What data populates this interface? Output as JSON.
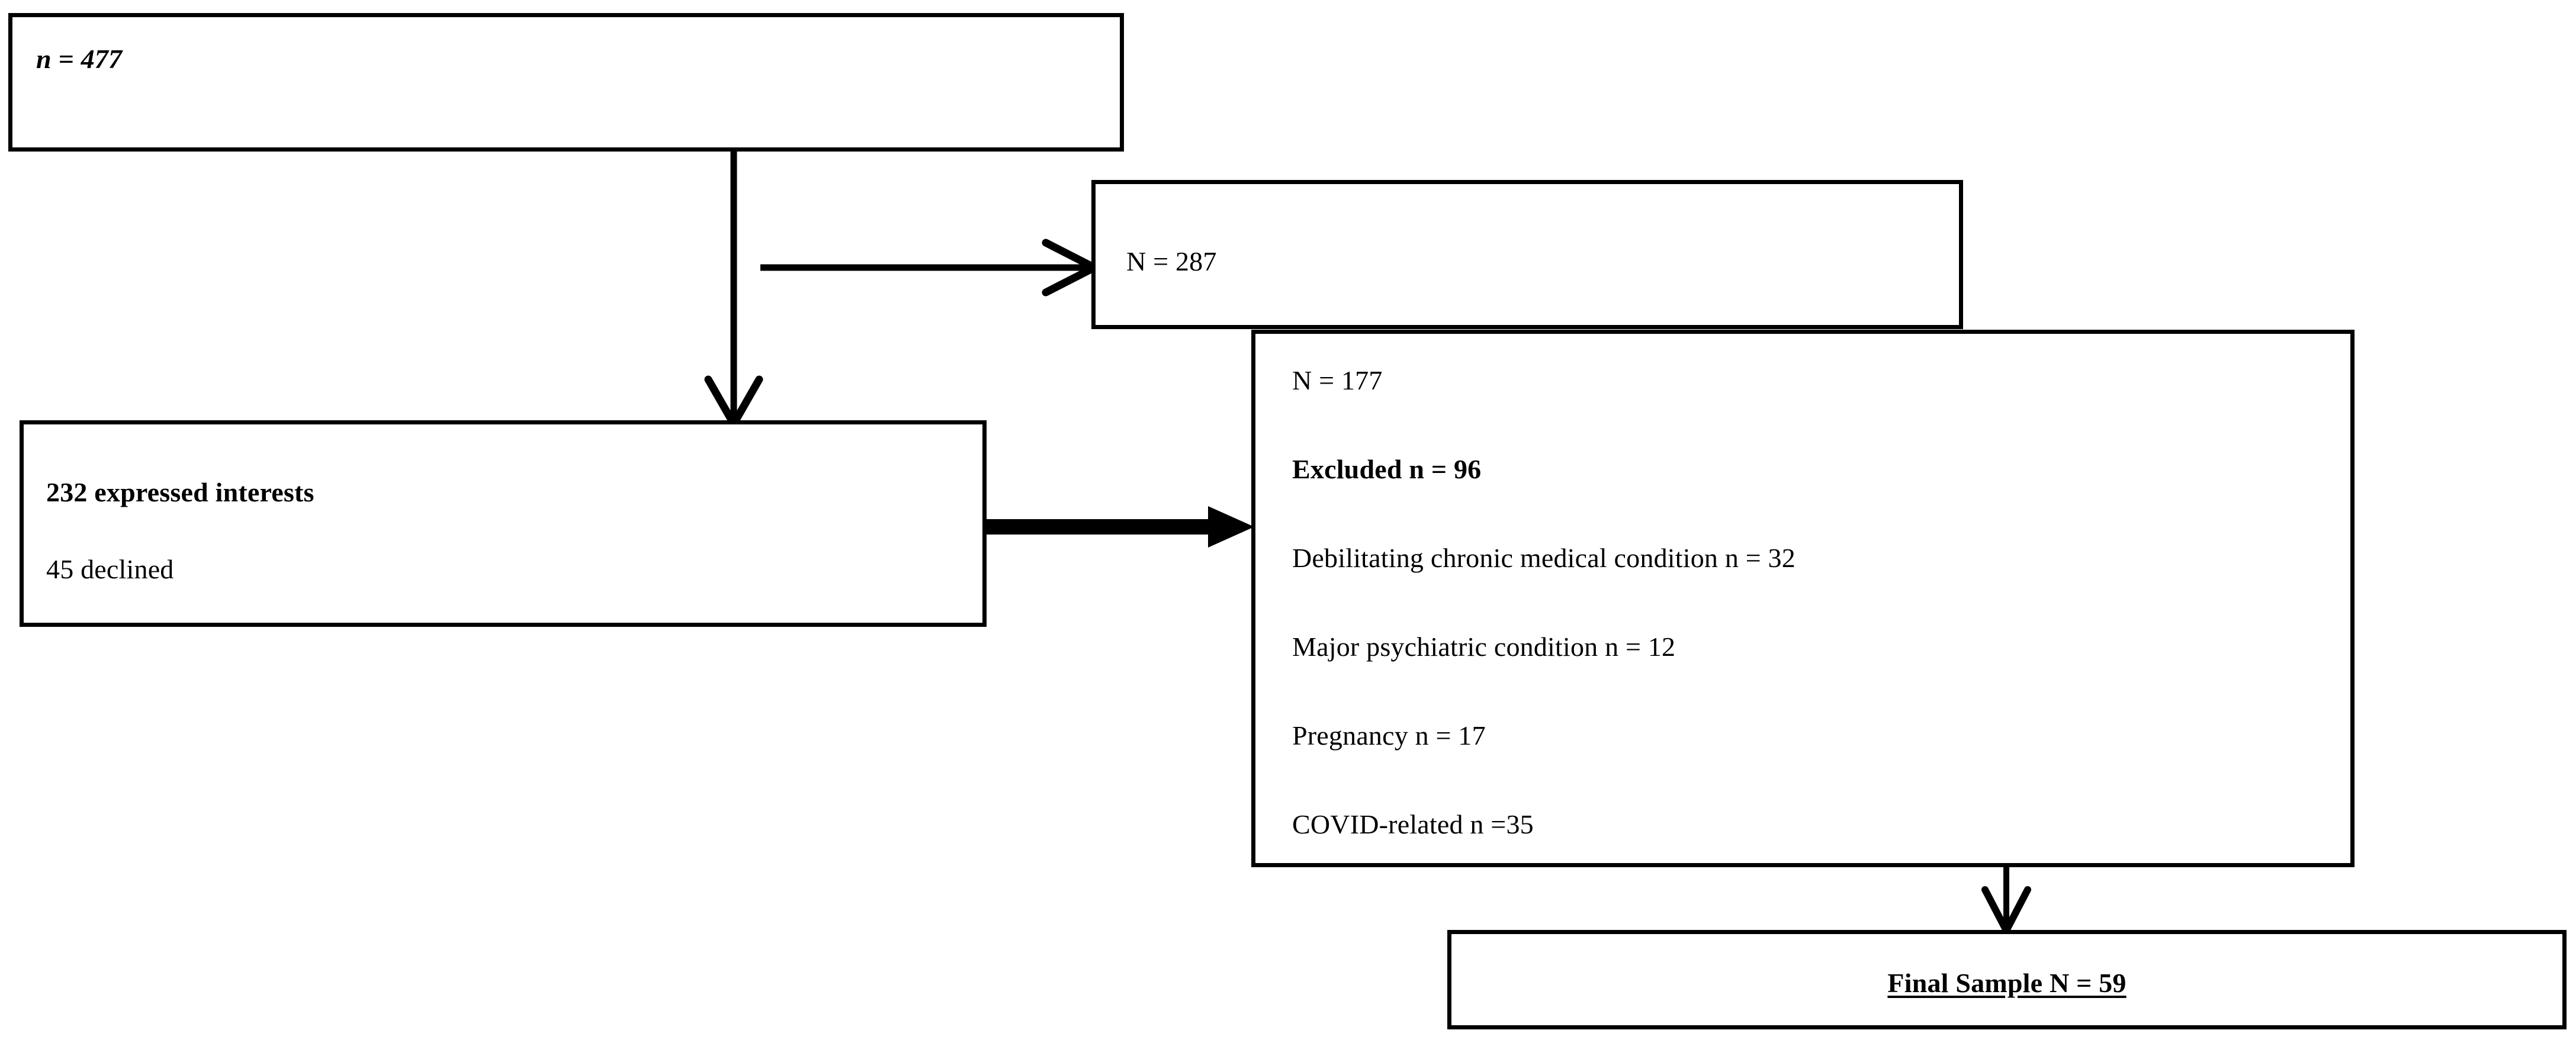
{
  "diagram": {
    "type": "participant-flow-chart",
    "boxes": [
      {
        "id": "screened",
        "lines": [
          {
            "text": "n = 477",
            "style": "bold-italic"
          }
        ]
      },
      {
        "id": "contacted",
        "lines": [
          {
            "text": "N = 287",
            "style": "regular"
          }
        ]
      },
      {
        "id": "interest",
        "lines": [
          {
            "text": "232 expressed interests",
            "style": "bold"
          },
          {
            "text": "45 declined",
            "style": "regular"
          }
        ]
      },
      {
        "id": "excluded",
        "lines": [
          {
            "text": "N = 177",
            "style": "regular"
          },
          {
            "text": "Excluded n = 96",
            "style": "bold"
          },
          {
            "text": "Debilitating chronic medical condition n = 32",
            "style": "regular"
          },
          {
            "text": "Major psychiatric condition n = 12",
            "style": "regular"
          },
          {
            "text": "Pregnancy n = 17",
            "style": "regular"
          },
          {
            "text": "COVID-related n =35",
            "style": "regular"
          }
        ]
      },
      {
        "id": "final",
        "lines": [
          {
            "text": "Final Sample N = 59",
            "style": "bold-underline"
          }
        ]
      }
    ],
    "text": {
      "screened_n": "n = 477",
      "contacted_n": "N = 287",
      "interest_expressed": "232 expressed interests",
      "interest_declined": "45 declined",
      "excluded_total": "N = 177",
      "excluded_heading": "Excluded n = 96",
      "excluded_reason_1": "Debilitating chronic medical condition n = 32",
      "excluded_reason_2": "Major psychiatric condition n = 12",
      "excluded_reason_3": "Pregnancy n = 17",
      "excluded_reason_4": "COVID-related n =35",
      "final_sample": "Final Sample N = 59"
    },
    "colors": {
      "line": "#000000",
      "background": "#ffffff",
      "text": "#000000"
    }
  }
}
